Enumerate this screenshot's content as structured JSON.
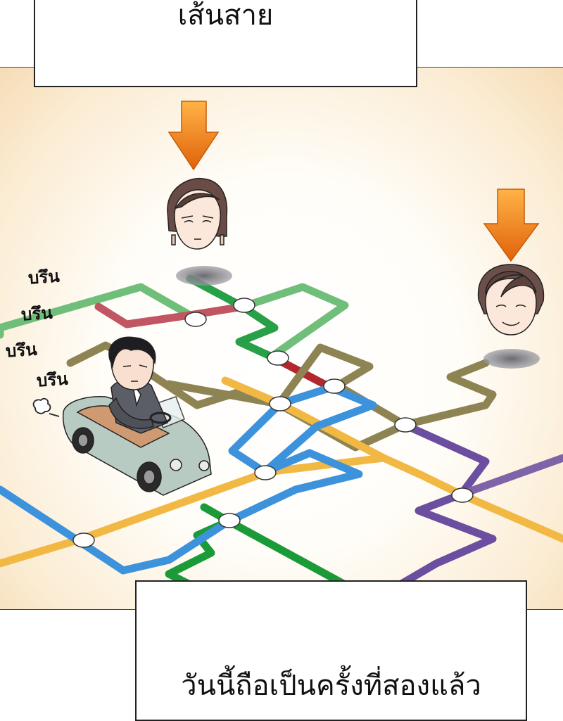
{
  "captions": {
    "top": "เส้นสาย",
    "bottom": "วันนี้ถือเป็นครั้งที่สองแล้ว"
  },
  "sound_effects": [
    "บรึน",
    "บรึน",
    "บรึน",
    "บรึน"
  ],
  "colors": {
    "arrow": "#f07a12",
    "line_green": "#1b9a3a",
    "line_light_green": "#6fbf7a",
    "line_red": "#c0303a",
    "line_olive": "#8e8453",
    "line_yellow": "#f2b844",
    "line_blue": "#3d92dc",
    "line_purple": "#6b4ea0",
    "line_mauve": "#9a6f8a"
  }
}
